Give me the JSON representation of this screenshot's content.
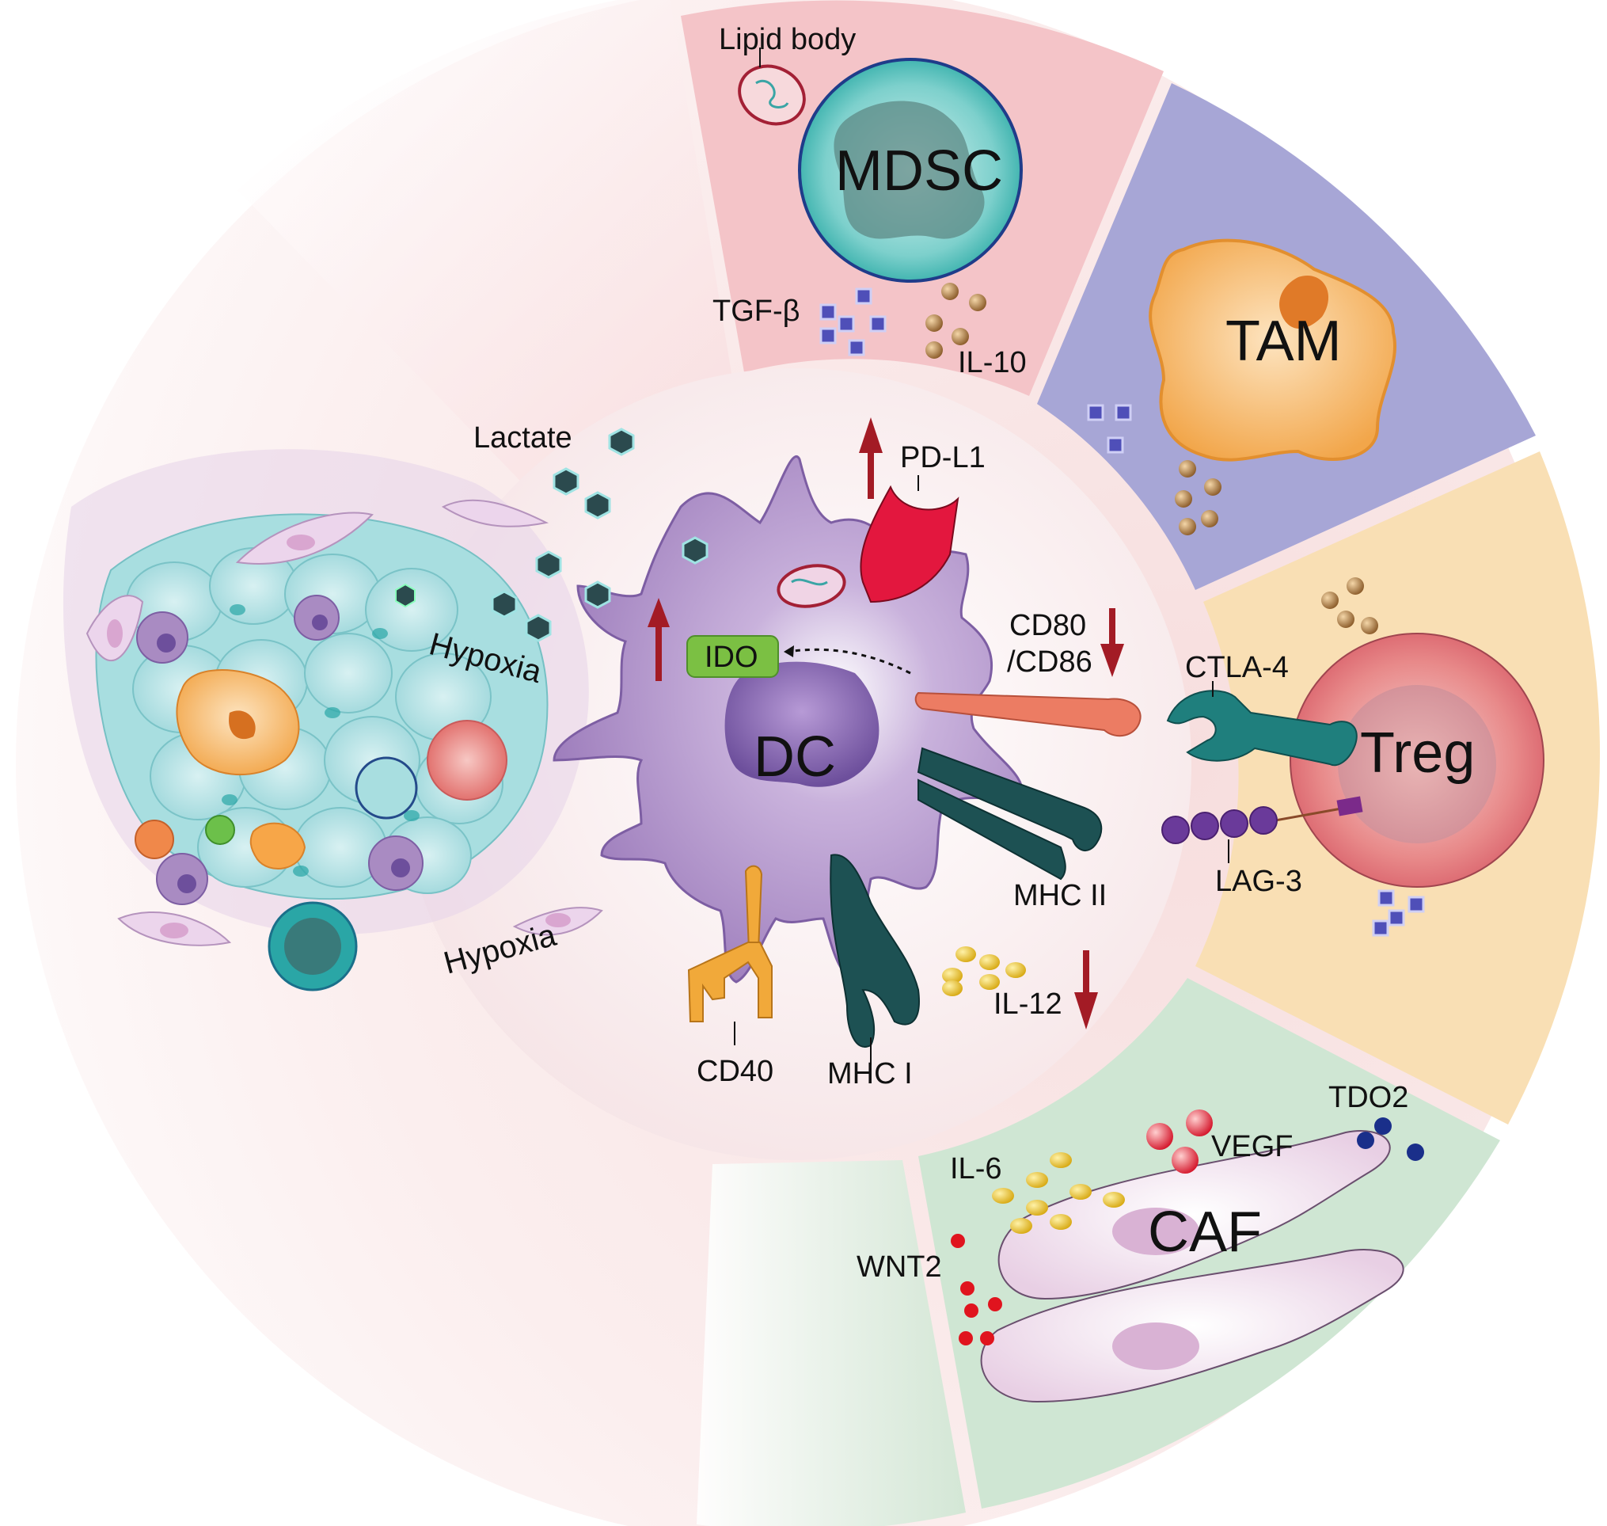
{
  "cells": {
    "mdsc": "MDSC",
    "tam": "TAM",
    "treg": "Treg",
    "caf": "CAF",
    "dc": "DC"
  },
  "labels": {
    "lipid_body": "Lipid body",
    "tgf_beta": "TGF-β",
    "il10": "IL-10",
    "lactate": "Lactate",
    "pdl1": "PD-L1",
    "ido": "IDO",
    "cd80": "CD80",
    "cd86": "/CD86",
    "ctla4": "CTLA-4",
    "lag3": "LAG-3",
    "mhc2": "MHC II",
    "mhc1": "MHC I",
    "cd40": "CD40",
    "il12": "IL-12",
    "il6": "IL-6",
    "vegf": "VEGF",
    "tdo2": "TDO2",
    "wnt2": "WNT2",
    "hypoxia_top": "Hypoxia",
    "hypoxia_bottom": "Hypoxia"
  },
  "colors": {
    "mdsc_sector": "#f4c4c8",
    "tam_sector": "#a7a6d6",
    "treg_sector": "#f9dfb4",
    "caf_sector": "#cfe6d3",
    "dc_cell": "#a98bc2",
    "dc_nucleus": "#7a5ea8",
    "up_arrow": "#a31b25",
    "down_arrow": "#a31b25",
    "pdl1": "#e3173e",
    "cd80": "#ec7c63",
    "ctla4": "#1f7f7d",
    "mhc": "#1d5153",
    "cd40": "#f1a93a",
    "ido_box": "#7bc043"
  }
}
